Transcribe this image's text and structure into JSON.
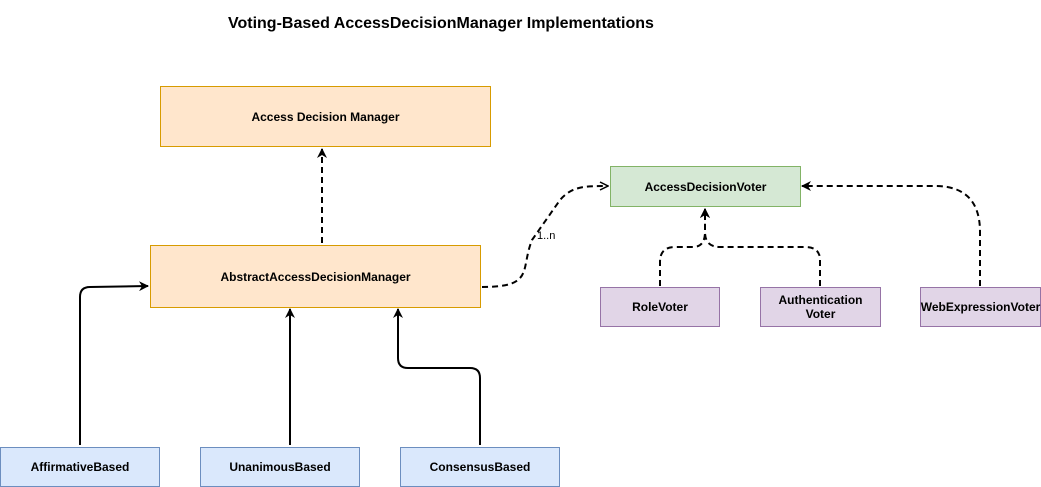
{
  "title": "Voting-Based AccessDecisionManager Implementations",
  "nodes": {
    "access_decision_manager": "Access Decision Manager",
    "abstract_access_decision_manager": "AbstractAccessDecisionManager",
    "access_decision_voter": "AccessDecisionVoter",
    "role_voter": "RoleVoter",
    "authentication_voter": "Authentication\nVoter",
    "web_expression_voter": "WebExpressionVoter",
    "affirmative_based": "AffirmativeBased",
    "unanimous_based": "UnanimousBased",
    "consensus_based": "ConsensusBased"
  },
  "edges": {
    "multiplicity_label": "1..n"
  },
  "colors": {
    "orange_fill": "#ffe6cc",
    "orange_stroke": "#d79b00",
    "green_fill": "#d5e8d4",
    "green_stroke": "#82b366",
    "purple_fill": "#e1d5e7",
    "purple_stroke": "#9673a6",
    "blue_fill": "#dae8fc",
    "blue_stroke": "#6c8ebf"
  }
}
